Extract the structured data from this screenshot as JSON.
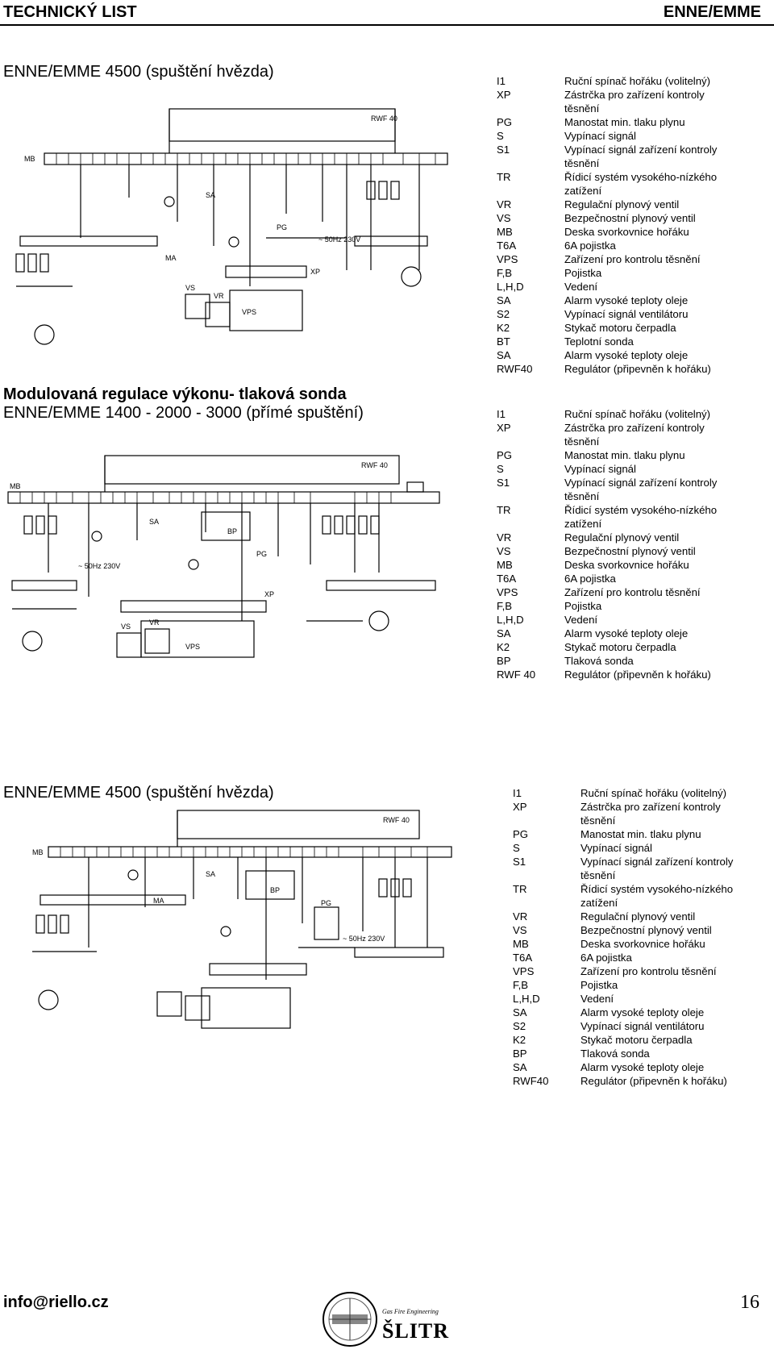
{
  "header": {
    "left": "TECHNICKÝ LIST",
    "right": "ENNE/EMME"
  },
  "sections": [
    {
      "title": "ENNE/EMME 4500 (spuštění hvězda)",
      "legend": [
        {
          "code": "I1",
          "desc": "Ruční spínač hořáku (volitelný)"
        },
        {
          "code": "XP",
          "desc": "Zástrčka pro zařízení kontroly těsnění"
        },
        {
          "code": "PG",
          "desc": "Manostat min. tlaku plynu"
        },
        {
          "code": "S",
          "desc": "Vypínací signál"
        },
        {
          "code": "S1",
          "desc": "Vypínací signál zařízení kontroly těsnění"
        },
        {
          "code": "TR",
          "desc": "Řídicí systém vysokého-nízkého zatížení"
        },
        {
          "code": "VR",
          "desc": "Regulační plynový ventil"
        },
        {
          "code": "VS",
          "desc": "Bezpečnostní plynový ventil"
        },
        {
          "code": "MB",
          "desc": "Deska svorkovnice hořáku"
        },
        {
          "code": "T6A",
          "desc": "6A pojistka"
        },
        {
          "code": "VPS",
          "desc": "Zařízení pro kontrolu těsnění"
        },
        {
          "code": "F,B",
          "desc": "Pojistka"
        },
        {
          "code": "L,H,D",
          "desc": "Vedení"
        },
        {
          "code": "SA",
          "desc": "Alarm vysoké teploty oleje"
        },
        {
          "code": "S2",
          "desc": "Vypínací signál ventilátoru"
        },
        {
          "code": "K2",
          "desc": "Stykač motoru čerpadla"
        },
        {
          "code": "BT",
          "desc": "Teplotní sonda"
        },
        {
          "code": "SA",
          "desc": "Alarm vysoké teploty oleje"
        },
        {
          "code": "RWF40",
          "desc": "Regulátor (připevněn k hořáku)"
        }
      ]
    },
    {
      "title_line1": "Modulovaná regulace výkonu- tlaková sonda",
      "title_line2": "ENNE/EMME 1400 - 2000 - 3000 (přímé spuštění)",
      "legend": [
        {
          "code": "I1",
          "desc": "Ruční spínač hořáku (volitelný)"
        },
        {
          "code": "XP",
          "desc": "Zástrčka pro zařízení kontroly těsnění"
        },
        {
          "code": "PG",
          "desc": "Manostat min. tlaku plynu"
        },
        {
          "code": "S",
          "desc": "Vypínací signál"
        },
        {
          "code": "S1",
          "desc": "Vypínací signál zařízení kontroly těsnění"
        },
        {
          "code": "TR",
          "desc": "Řídicí systém vysokého-nízkého zatížení"
        },
        {
          "code": "VR",
          "desc": "Regulační plynový ventil"
        },
        {
          "code": "VS",
          "desc": "Bezpečnostní plynový ventil"
        },
        {
          "code": "MB",
          "desc": "Deska svorkovnice hořáku"
        },
        {
          "code": "T6A",
          "desc": "6A pojistka"
        },
        {
          "code": "VPS",
          "desc": "Zařízení pro kontrolu těsnění"
        },
        {
          "code": "F,B",
          "desc": "Pojistka"
        },
        {
          "code": "L,H,D",
          "desc": "Vedení"
        },
        {
          "code": "SA",
          "desc": "Alarm vysoké teploty oleje"
        },
        {
          "code": "K2",
          "desc": "Stykač motoru čerpadla"
        },
        {
          "code": "BP",
          "desc": "Tlaková sonda"
        },
        {
          "code": "RWF 40",
          "desc": "Regulátor (připevněn k hořáku)"
        }
      ]
    },
    {
      "title": "ENNE/EMME 4500 (spuštění hvězda)",
      "legend": [
        {
          "code": "I1",
          "desc": "Ruční spínač hořáku (volitelný)"
        },
        {
          "code": "XP",
          "desc": "Zástrčka pro zařízení kontroly těsnění"
        },
        {
          "code": "PG",
          "desc": "Manostat min. tlaku plynu"
        },
        {
          "code": "S",
          "desc": "Vypínací signál"
        },
        {
          "code": "S1",
          "desc": "Vypínací signál zařízení kontroly těsnění"
        },
        {
          "code": "TR",
          "desc": "Řídicí systém vysokého-nízkého zatížení"
        },
        {
          "code": "VR",
          "desc": "Regulační plynový ventil"
        },
        {
          "code": "VS",
          "desc": "Bezpečnostní plynový ventil"
        },
        {
          "code": "MB",
          "desc": "Deska svorkovnice hořáku"
        },
        {
          "code": "T6A",
          "desc": "6A pojistka"
        },
        {
          "code": "VPS",
          "desc": "Zařízení pro kontrolu těsnění"
        },
        {
          "code": "F,B",
          "desc": "Pojistka"
        },
        {
          "code": "L,H,D",
          "desc": "Vedení"
        },
        {
          "code": "SA",
          "desc": "Alarm vysoké teploty oleje"
        },
        {
          "code": "S2",
          "desc": "Vypínací signál ventilátoru"
        },
        {
          "code": "K2",
          "desc": "Stykač motoru čerpadla"
        },
        {
          "code": "BP",
          "desc": "Tlaková sonda"
        },
        {
          "code": "SA",
          "desc": "Alarm vysoké teploty oleje"
        },
        {
          "code": "RWF40",
          "desc": "Regulátor (připevněn k hořáku)"
        }
      ]
    }
  ],
  "diagram_labels": {
    "rwf": "RWF 40",
    "rwf1": "RWF 40",
    "rwf3": "RWF 40",
    "mb": "MB",
    "supply1": "~ 50Hz 230V",
    "supply2": "~ 50Hz 230V",
    "supply3": "~ 50Hz 230V",
    "xp": "XP",
    "vps": "VPS",
    "vps2": "VPS",
    "pg": "PG",
    "pg2": "PG",
    "pg3": "PG",
    "bp": "BP",
    "bp3": "BP",
    "sa": "SA",
    "sa2": "SA",
    "sa3": "SA",
    "vs": "VS",
    "vr": "VR",
    "vs2": "VS",
    "vr2": "VR",
    "ma": "MA",
    "ma3": "MA"
  },
  "footer": {
    "email": "info@riello.cz",
    "page": "16",
    "logo_line1": "Gas Fire Engineering",
    "logo_line2": "ŠLITR"
  }
}
